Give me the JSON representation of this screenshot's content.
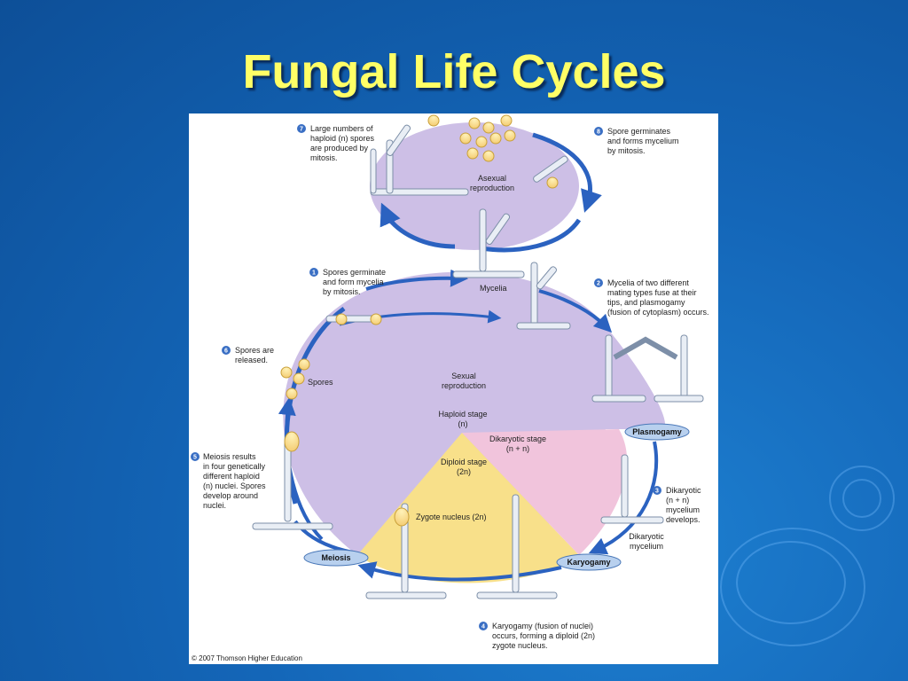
{
  "slide": {
    "title": "Fungal Life Cycles"
  },
  "figure": {
    "step7": [
      "Large numbers of",
      "haploid (n) spores",
      "are produced by",
      "mitosis."
    ],
    "step8": [
      "Spore germinates",
      "and forms mycelium",
      "by mitosis."
    ],
    "asexual": [
      "Asexual",
      "reproduction"
    ],
    "step1": [
      "Spores germinate",
      "and form mycelia",
      "by mitosis."
    ],
    "mycelia": "Mycelia",
    "step2": [
      "Mycelia of two different",
      "mating types fuse at their",
      "tips, and plasmogamy",
      "(fusion of cytoplasm) occurs."
    ],
    "step6": [
      "Spores are",
      "released."
    ],
    "spores": "Spores",
    "sexual": [
      "Sexual",
      "reproduction"
    ],
    "haploid": [
      "Haploid stage",
      "(n)"
    ],
    "dikaryotic_stage": [
      "Dikaryotic stage",
      "(n + n)"
    ],
    "plasmogamy": "Plasmogamy",
    "step5": [
      "Meiosis results",
      "in four genetically",
      "different haploid",
      "(n) nuclei. Spores",
      "develop around",
      "nuclei."
    ],
    "diploid": [
      "Diploid stage",
      "(2n)"
    ],
    "zygote": "Zygote nucleus (2n)",
    "step3": [
      "Dikaryotic",
      "(n + n)",
      "mycelium",
      "develops."
    ],
    "dikaryotic_mycelium": [
      "Dikaryotic",
      "mycelium"
    ],
    "meiosis": "Meiosis",
    "karyogamy": "Karyogamy",
    "step4": [
      "Karyogamy (fusion of nuclei)",
      "occurs, forming a diploid (2n)",
      "zygote nucleus."
    ],
    "step_numbers": [
      "7",
      "8",
      "1",
      "2",
      "6",
      "5",
      "3",
      "4"
    ],
    "copyright": "© 2007 Thomson Higher Education"
  }
}
